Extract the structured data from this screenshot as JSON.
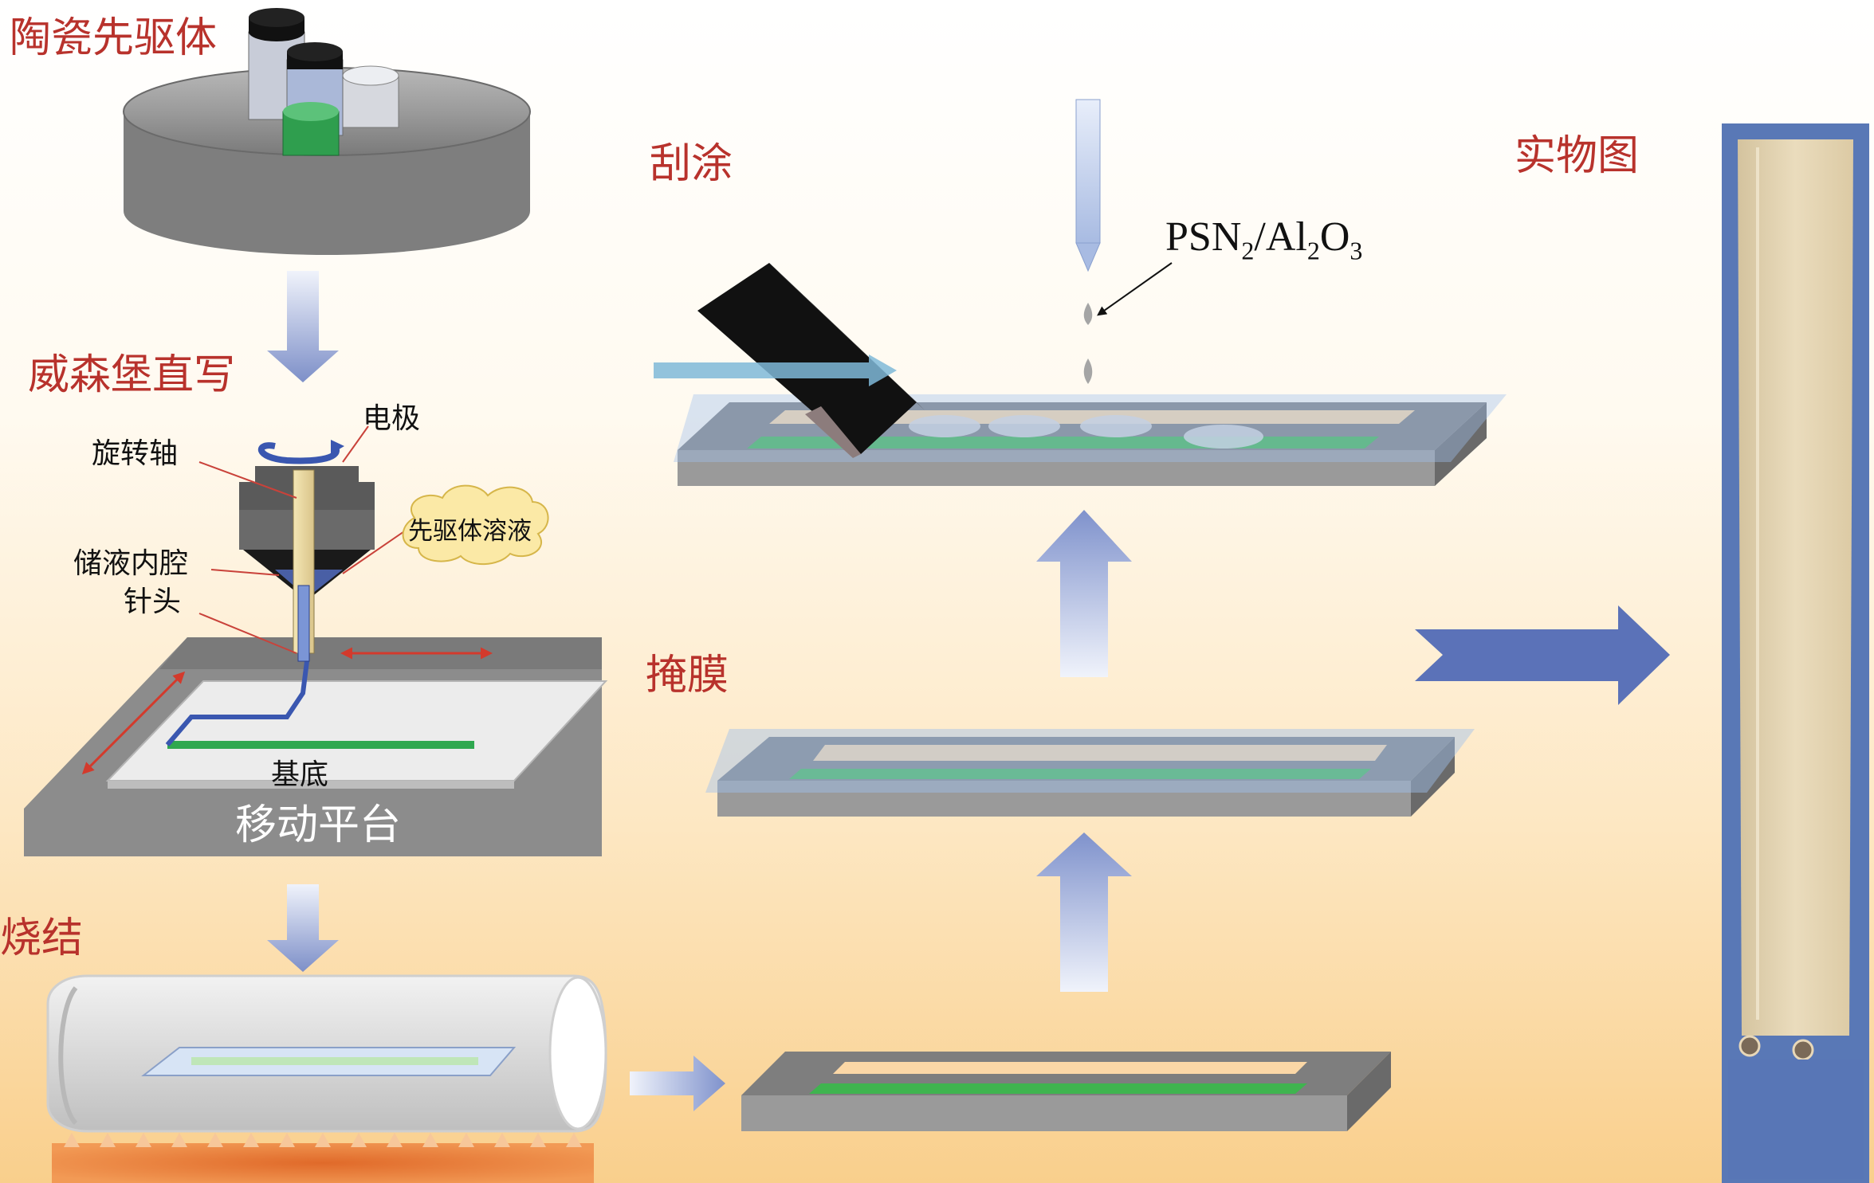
{
  "labels": {
    "ceramic_precursor": "陶瓷先驱体",
    "weissenberg_writing": "威森堡直写",
    "sintering": "烧结",
    "blade_coating": "刮涂",
    "masking": "掩膜",
    "physical_photo": "实物图",
    "electrode": "电极",
    "rotating_shaft": "旋转轴",
    "precursor_solution": "先驱体溶液",
    "reservoir_chamber": "储液内腔",
    "needle": "针头",
    "substrate": "基底",
    "moving_platform": "移动平台",
    "psn_prefix": "PSN",
    "psn_sub1": "2",
    "psn_mid": "/Al",
    "psn_sub2": "2",
    "psn_o": "O",
    "psn_sub3": "3"
  },
  "colors": {
    "label_red": "#b8322c",
    "arrow_blue": "#5b72b8",
    "pattern_green": "#2fa84f",
    "platform_gray": "#8a8a8a",
    "photo_wood": "#e6d7b6"
  }
}
